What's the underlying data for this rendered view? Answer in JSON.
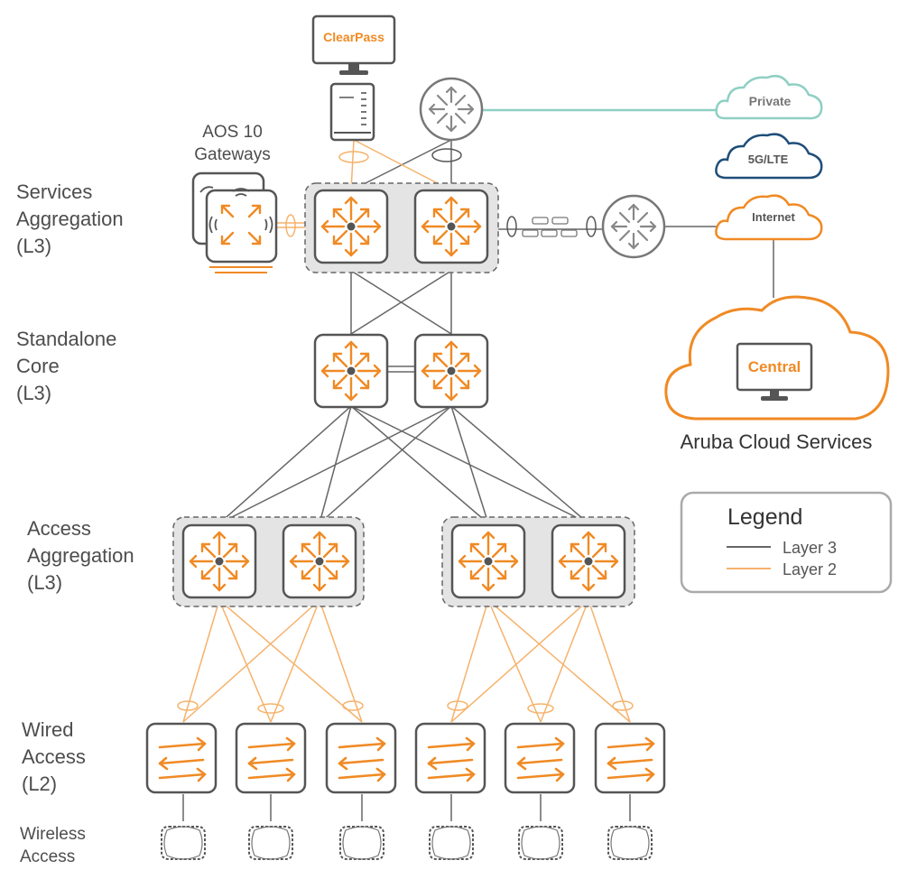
{
  "tiers": {
    "services": [
      "Services",
      "Aggregation",
      "(L3)"
    ],
    "core": [
      "Standalone",
      "Core",
      "(L3)"
    ],
    "access_agg": [
      "Access",
      "Aggregation",
      "(L3)"
    ],
    "wired": [
      "Wired",
      "Access",
      "(L2)"
    ],
    "wireless": [
      "Wireless",
      "Access"
    ]
  },
  "gateways_label": [
    "AOS 10",
    "Gateways"
  ],
  "clearpass_label": "ClearPass",
  "clouds": {
    "private": "Private",
    "lte": "5G/LTE",
    "internet": "Internet",
    "central": "Central",
    "aruba_cloud": "Aruba Cloud Services"
  },
  "legend": {
    "title": "Legend",
    "items": [
      {
        "label": "Layer 3",
        "color": "#666666"
      },
      {
        "label": "Layer 2",
        "color": "#f6b26b"
      }
    ]
  },
  "colors": {
    "orange": "#f08a24",
    "l3_line": "#666666",
    "l2_line": "#f6b26b",
    "teal": "#8fcfc4",
    "navy": "#1f4e79"
  }
}
